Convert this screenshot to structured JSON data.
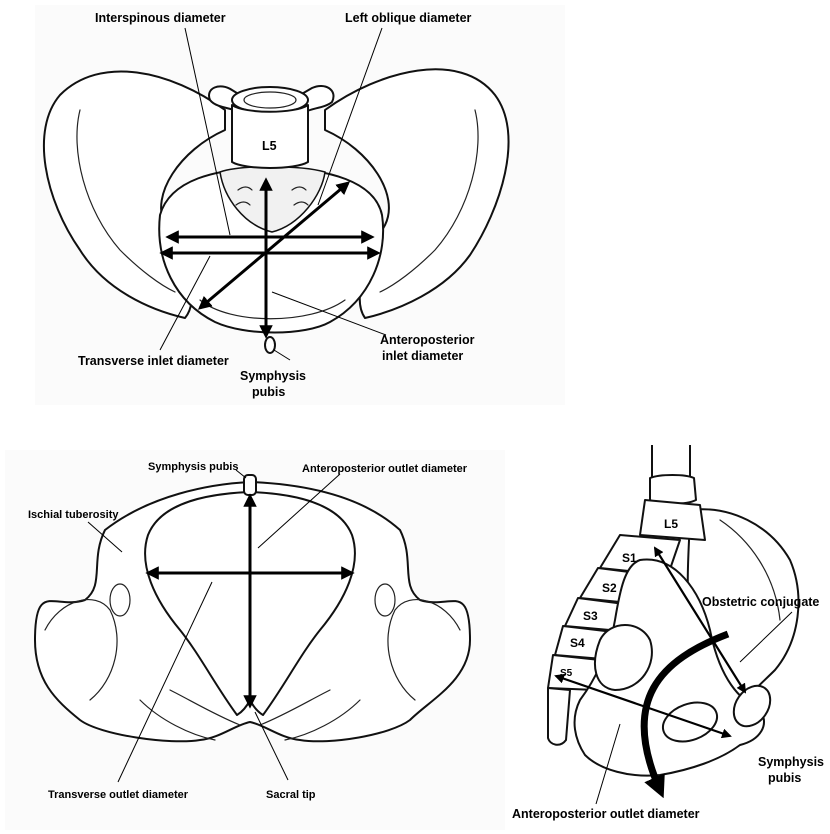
{
  "top_panel": {
    "labels": {
      "interspinous": "Interspinous diameter",
      "left_oblique": "Left oblique diameter",
      "vertebra": "L5",
      "anteroposterior_inlet_1": "Anteroposterior",
      "anteroposterior_inlet_2": "inlet diameter",
      "transverse_inlet": "Transverse inlet diameter",
      "symphysis_1": "Symphysis",
      "symphysis_2": "pubis"
    }
  },
  "bottom_left_panel": {
    "labels": {
      "symphysis_pubis": "Symphysis pubis",
      "anteroposterior_outlet": "Anteroposterior outlet diameter",
      "ischial_tuberosity": "Ischial tuberosity",
      "transverse_outlet": "Transverse outlet diameter",
      "sacral_tip": "Sacral tip"
    }
  },
  "bottom_right_panel": {
    "labels": {
      "l5": "L5",
      "s1": "S1",
      "s2": "S2",
      "s3": "S3",
      "s4": "S4",
      "s5": "S5",
      "obstetric_conjugate": "Obstetric conjugate",
      "symphysis_1": "Symphysis",
      "symphysis_2": "pubis",
      "anteroposterior_outlet": "Anteroposterior outlet diameter"
    }
  }
}
